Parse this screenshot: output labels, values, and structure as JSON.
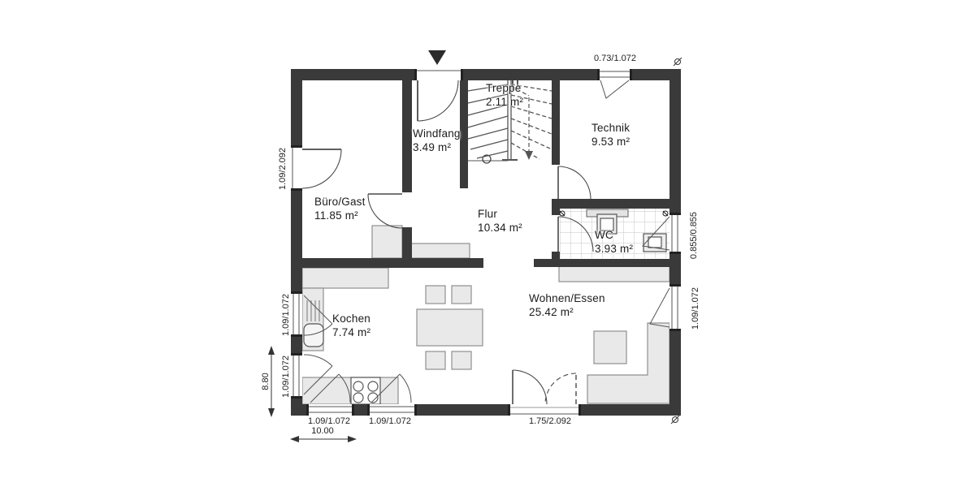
{
  "rooms": [
    {
      "name": "Büro/Gast",
      "area": "11.85 m²"
    },
    {
      "name": "Windfang",
      "area": "3.49 m²"
    },
    {
      "name": "Treppe",
      "area": "2.11 m²"
    },
    {
      "name": "Technik",
      "area": "9.53 m²"
    },
    {
      "name": "Flur",
      "area": "10.34 m²"
    },
    {
      "name": "WC",
      "area": "3.93 m²"
    },
    {
      "name": "Kochen",
      "area": "7.74 m²"
    },
    {
      "name": "Wohnen/Essen",
      "area": "25.42 m²"
    }
  ],
  "dims": {
    "top_window": "0.73/1.072",
    "left_door": "1.09/2.092",
    "left_window_upper": "1.09/1.072",
    "left_window_lower": "1.09/1.072",
    "right_window_wc": "0.855/0.855",
    "right_window_living": "1.09/1.072",
    "bottom_window_left": "1.09/1.072",
    "bottom_window_right": "1.09/1.072",
    "terrace_door": "1.75/2.092",
    "total_width": "10.00",
    "total_height": "8.80"
  },
  "palette": {
    "wall": "#3a3a3a",
    "furniture_fill": "#e9e9e9",
    "furniture_stroke": "#8f8f8f",
    "line": "#4a4a4a",
    "tile_line": "#c4c4c4"
  }
}
